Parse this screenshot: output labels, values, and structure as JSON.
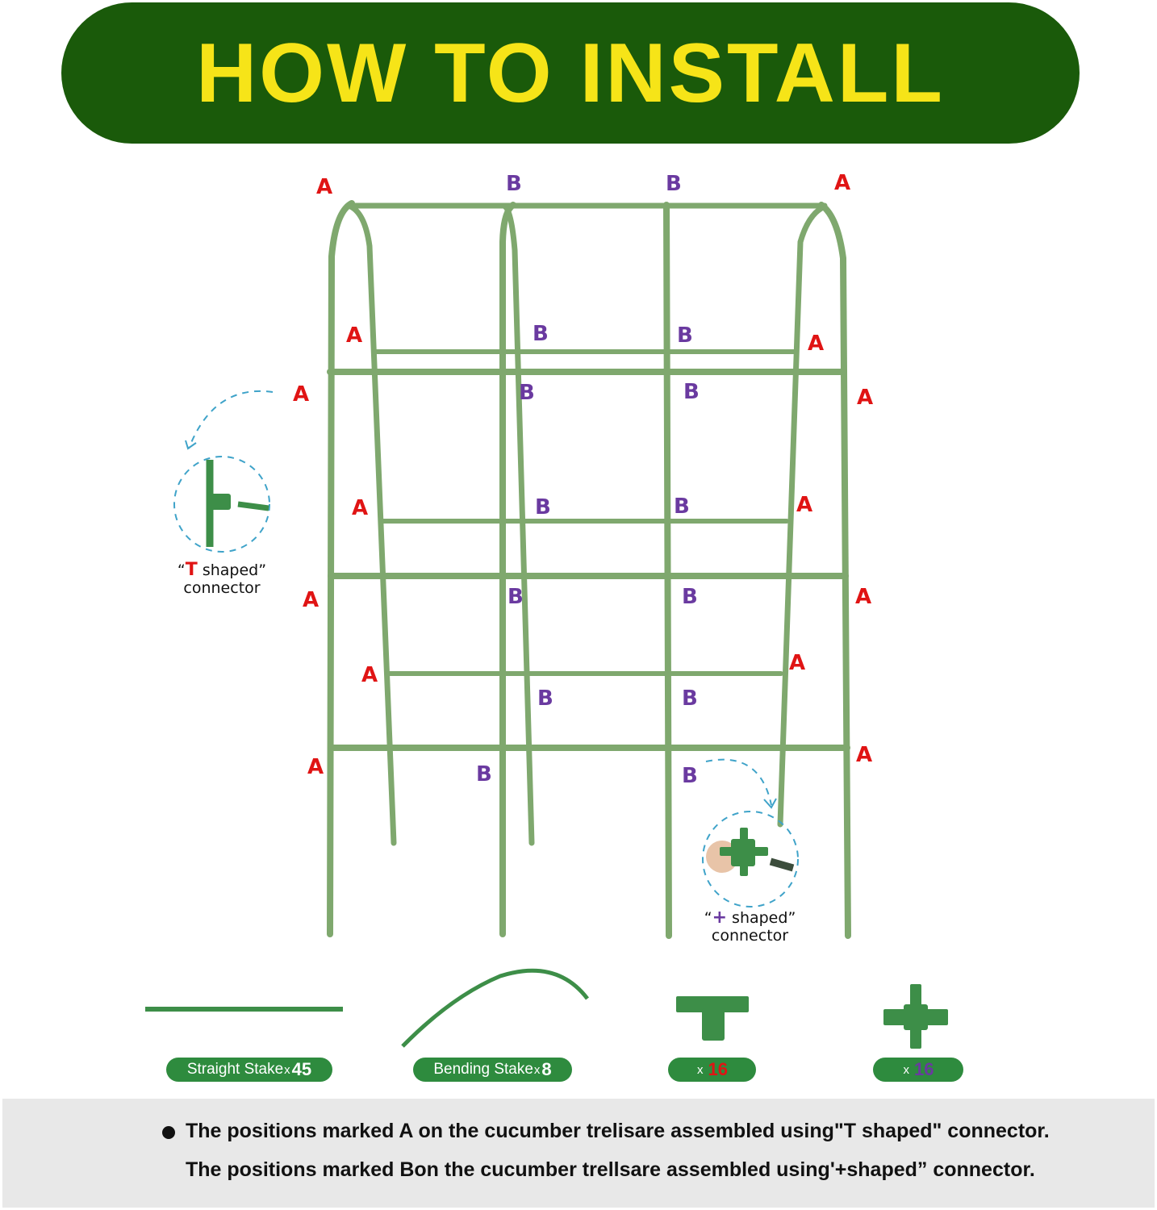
{
  "colors": {
    "banner_bg": "#1a5a0a",
    "banner_text": "#f6e418",
    "frame": "#7fa86e",
    "frame_dark": "#557f47",
    "label_a": "#e01414",
    "label_b": "#6a3aa0",
    "pill_bg": "#2e8b3e",
    "connector_green": "#3d8e48",
    "warning_red": "#e32020",
    "callout_blue": "#3fa3c9"
  },
  "banner": {
    "title": "HOW TO INSTALL"
  },
  "labels": {
    "a": "A",
    "b": "B"
  },
  "connectors": {
    "t_shaped": {
      "glyph": "T",
      "text": " shaped",
      "line2": "connector"
    },
    "plus_shaped": {
      "glyph": "+",
      "text": " shaped",
      "line2": "connector"
    }
  },
  "parts": [
    {
      "name": "Straight Stake",
      "x": "x",
      "count": "45",
      "icon": "straight-stake-icon"
    },
    {
      "name": "Bending Stake",
      "x": "x",
      "count": "8",
      "icon": "bending-stake-icon"
    },
    {
      "name": "",
      "x": "x",
      "count": "16",
      "icon": "t-connector-icon"
    },
    {
      "name": "",
      "x": "x",
      "count": "16",
      "icon": "plus-connector-icon"
    }
  ],
  "note": {
    "line1": "The positions marked A on the cucumber trelisare assembled using\"T shaped\" connector.",
    "line2": "The positions marked Bon the cucumber trellsare assembled using'+shaped”  connector."
  }
}
